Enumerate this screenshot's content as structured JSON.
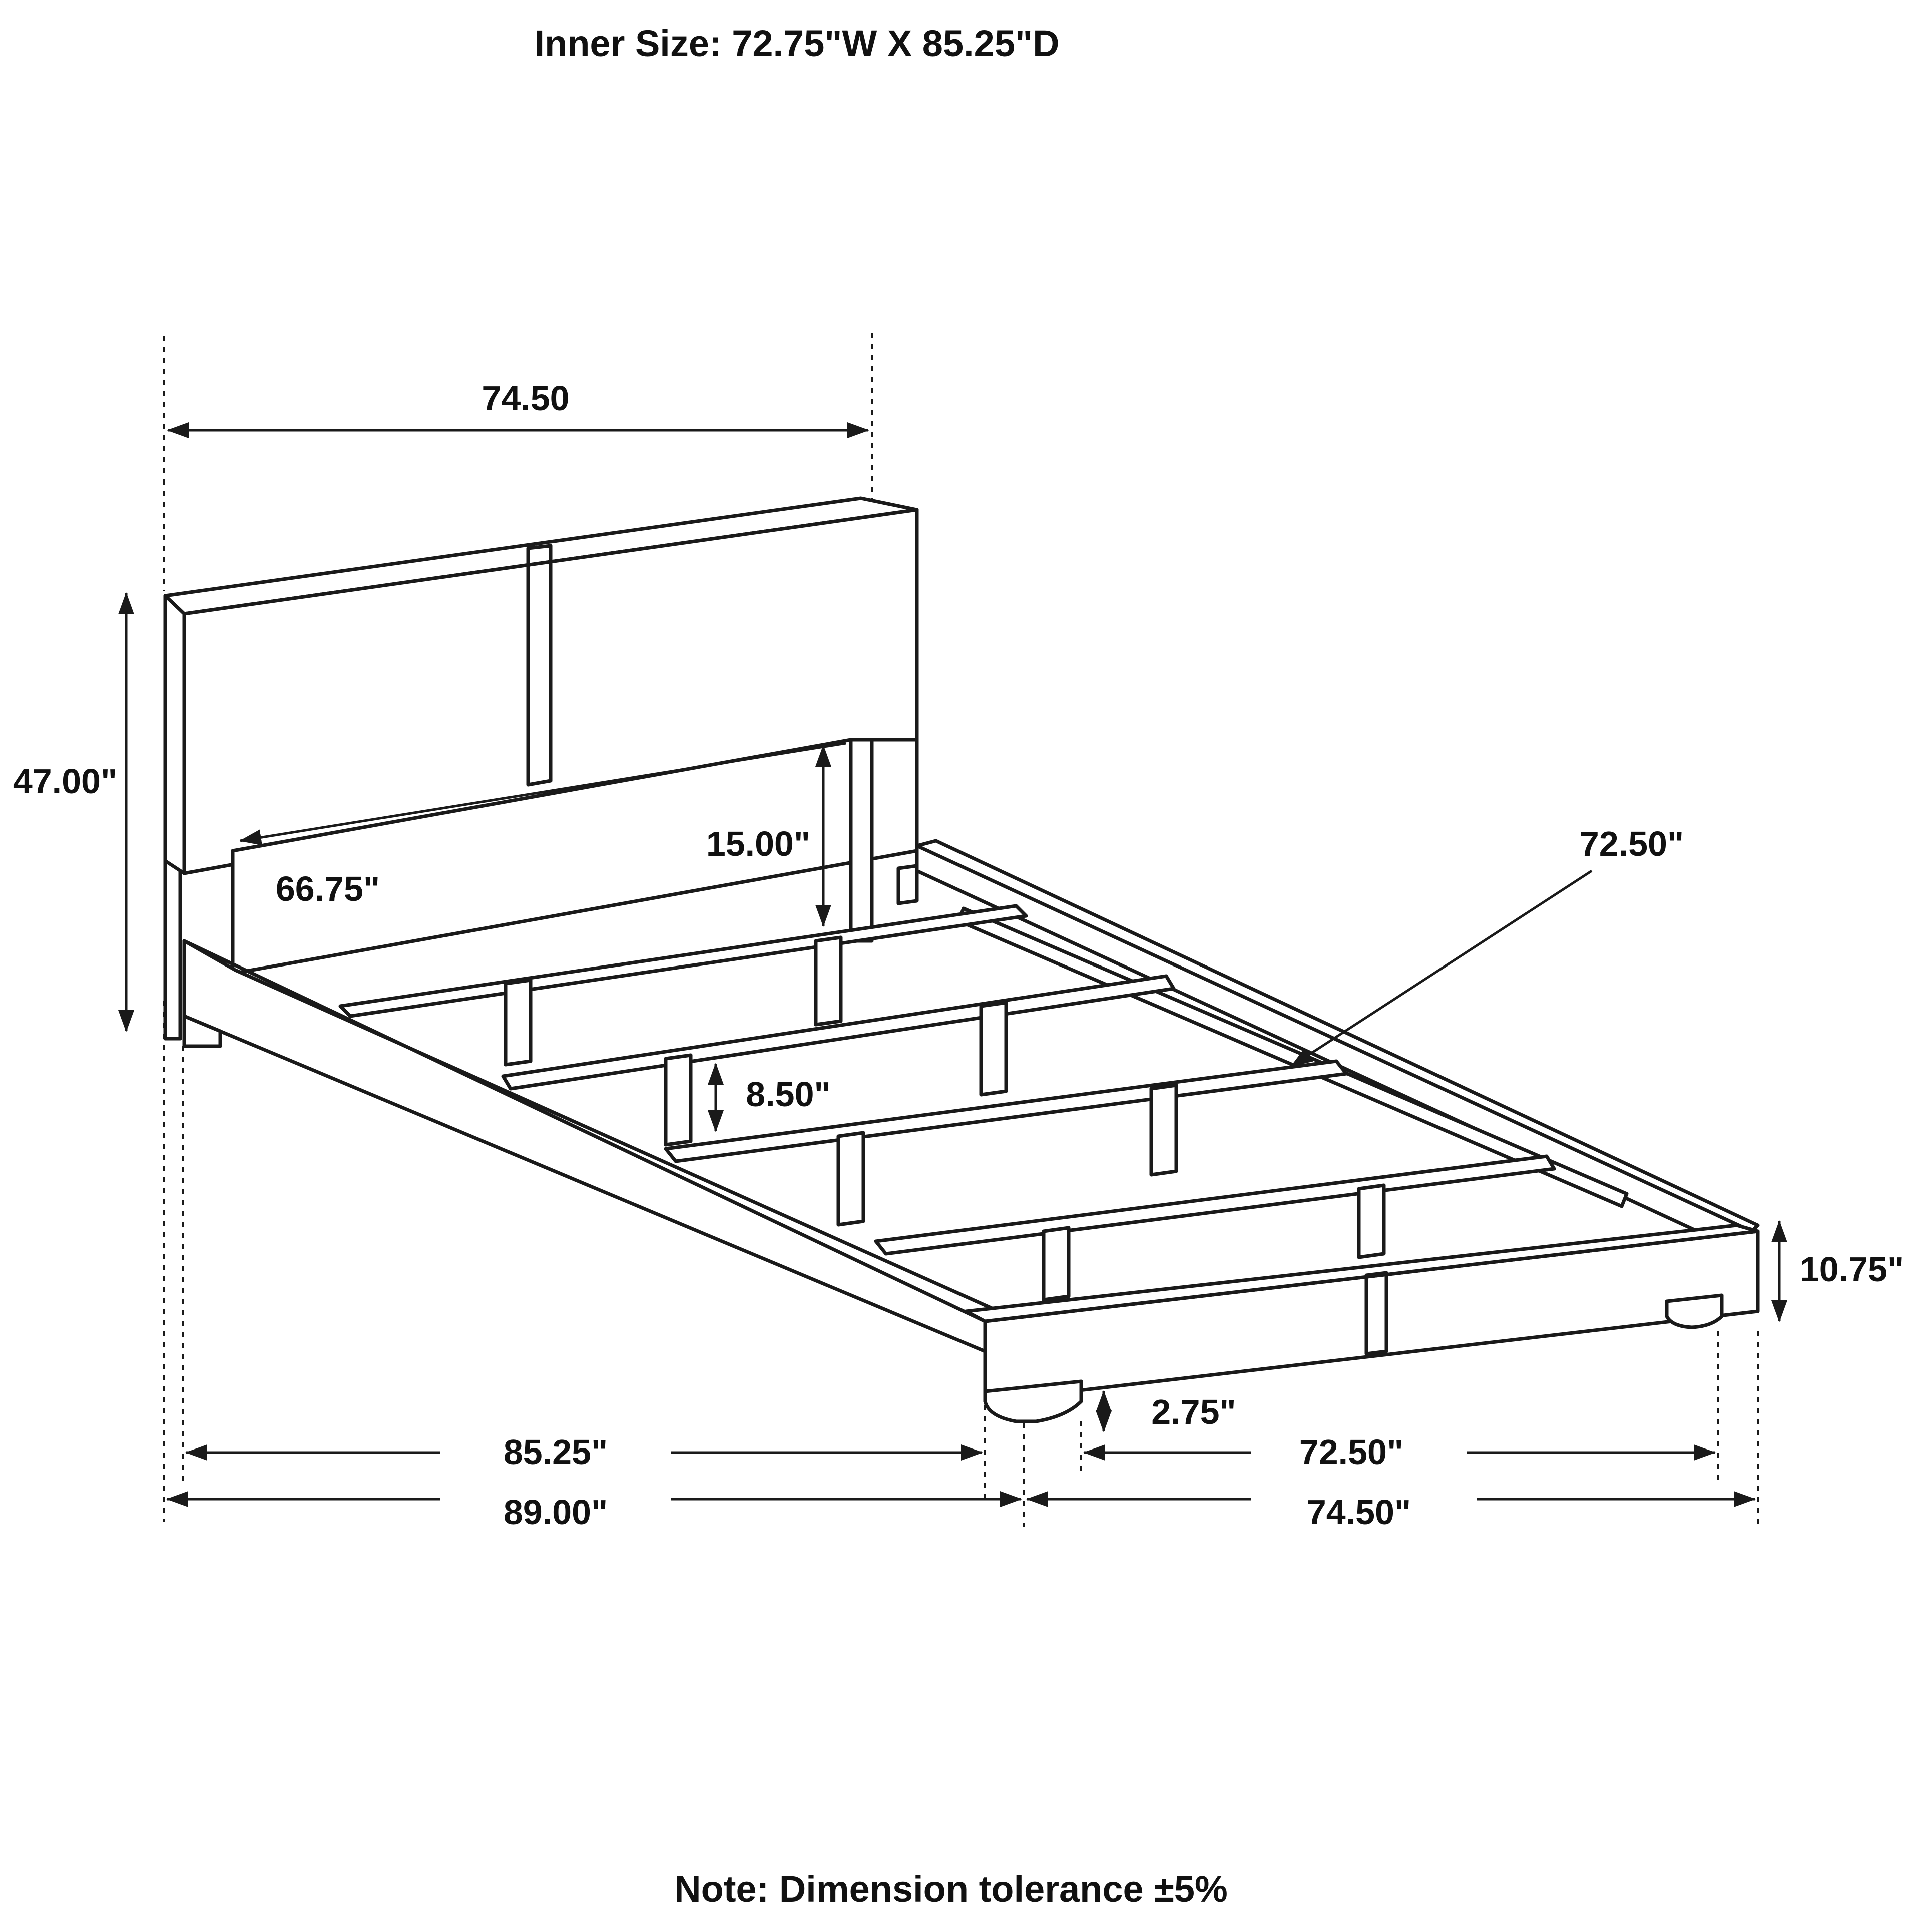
{
  "header": {
    "inner_size": "Inner Size: 72.75\"W X 85.25\"D"
  },
  "footer": {
    "note": "Note: Dimension tolerance ±5%"
  },
  "dimensions": {
    "headboard_width": "74.50",
    "overall_height": "47.00\"",
    "headboard_inner_width": "66.75\"",
    "headboard_panel_height": "15.00\"",
    "rail_length": "72.50\"",
    "leg_height": "8.50\"",
    "footboard_height": "10.75\"",
    "foot_height": "2.75\"",
    "inner_length": "85.25\"",
    "inner_width": "72.50\"",
    "overall_length": "89.00\"",
    "overall_width": "74.50\""
  },
  "colors": {
    "line": "#1a1a1a",
    "background": "#ffffff"
  }
}
